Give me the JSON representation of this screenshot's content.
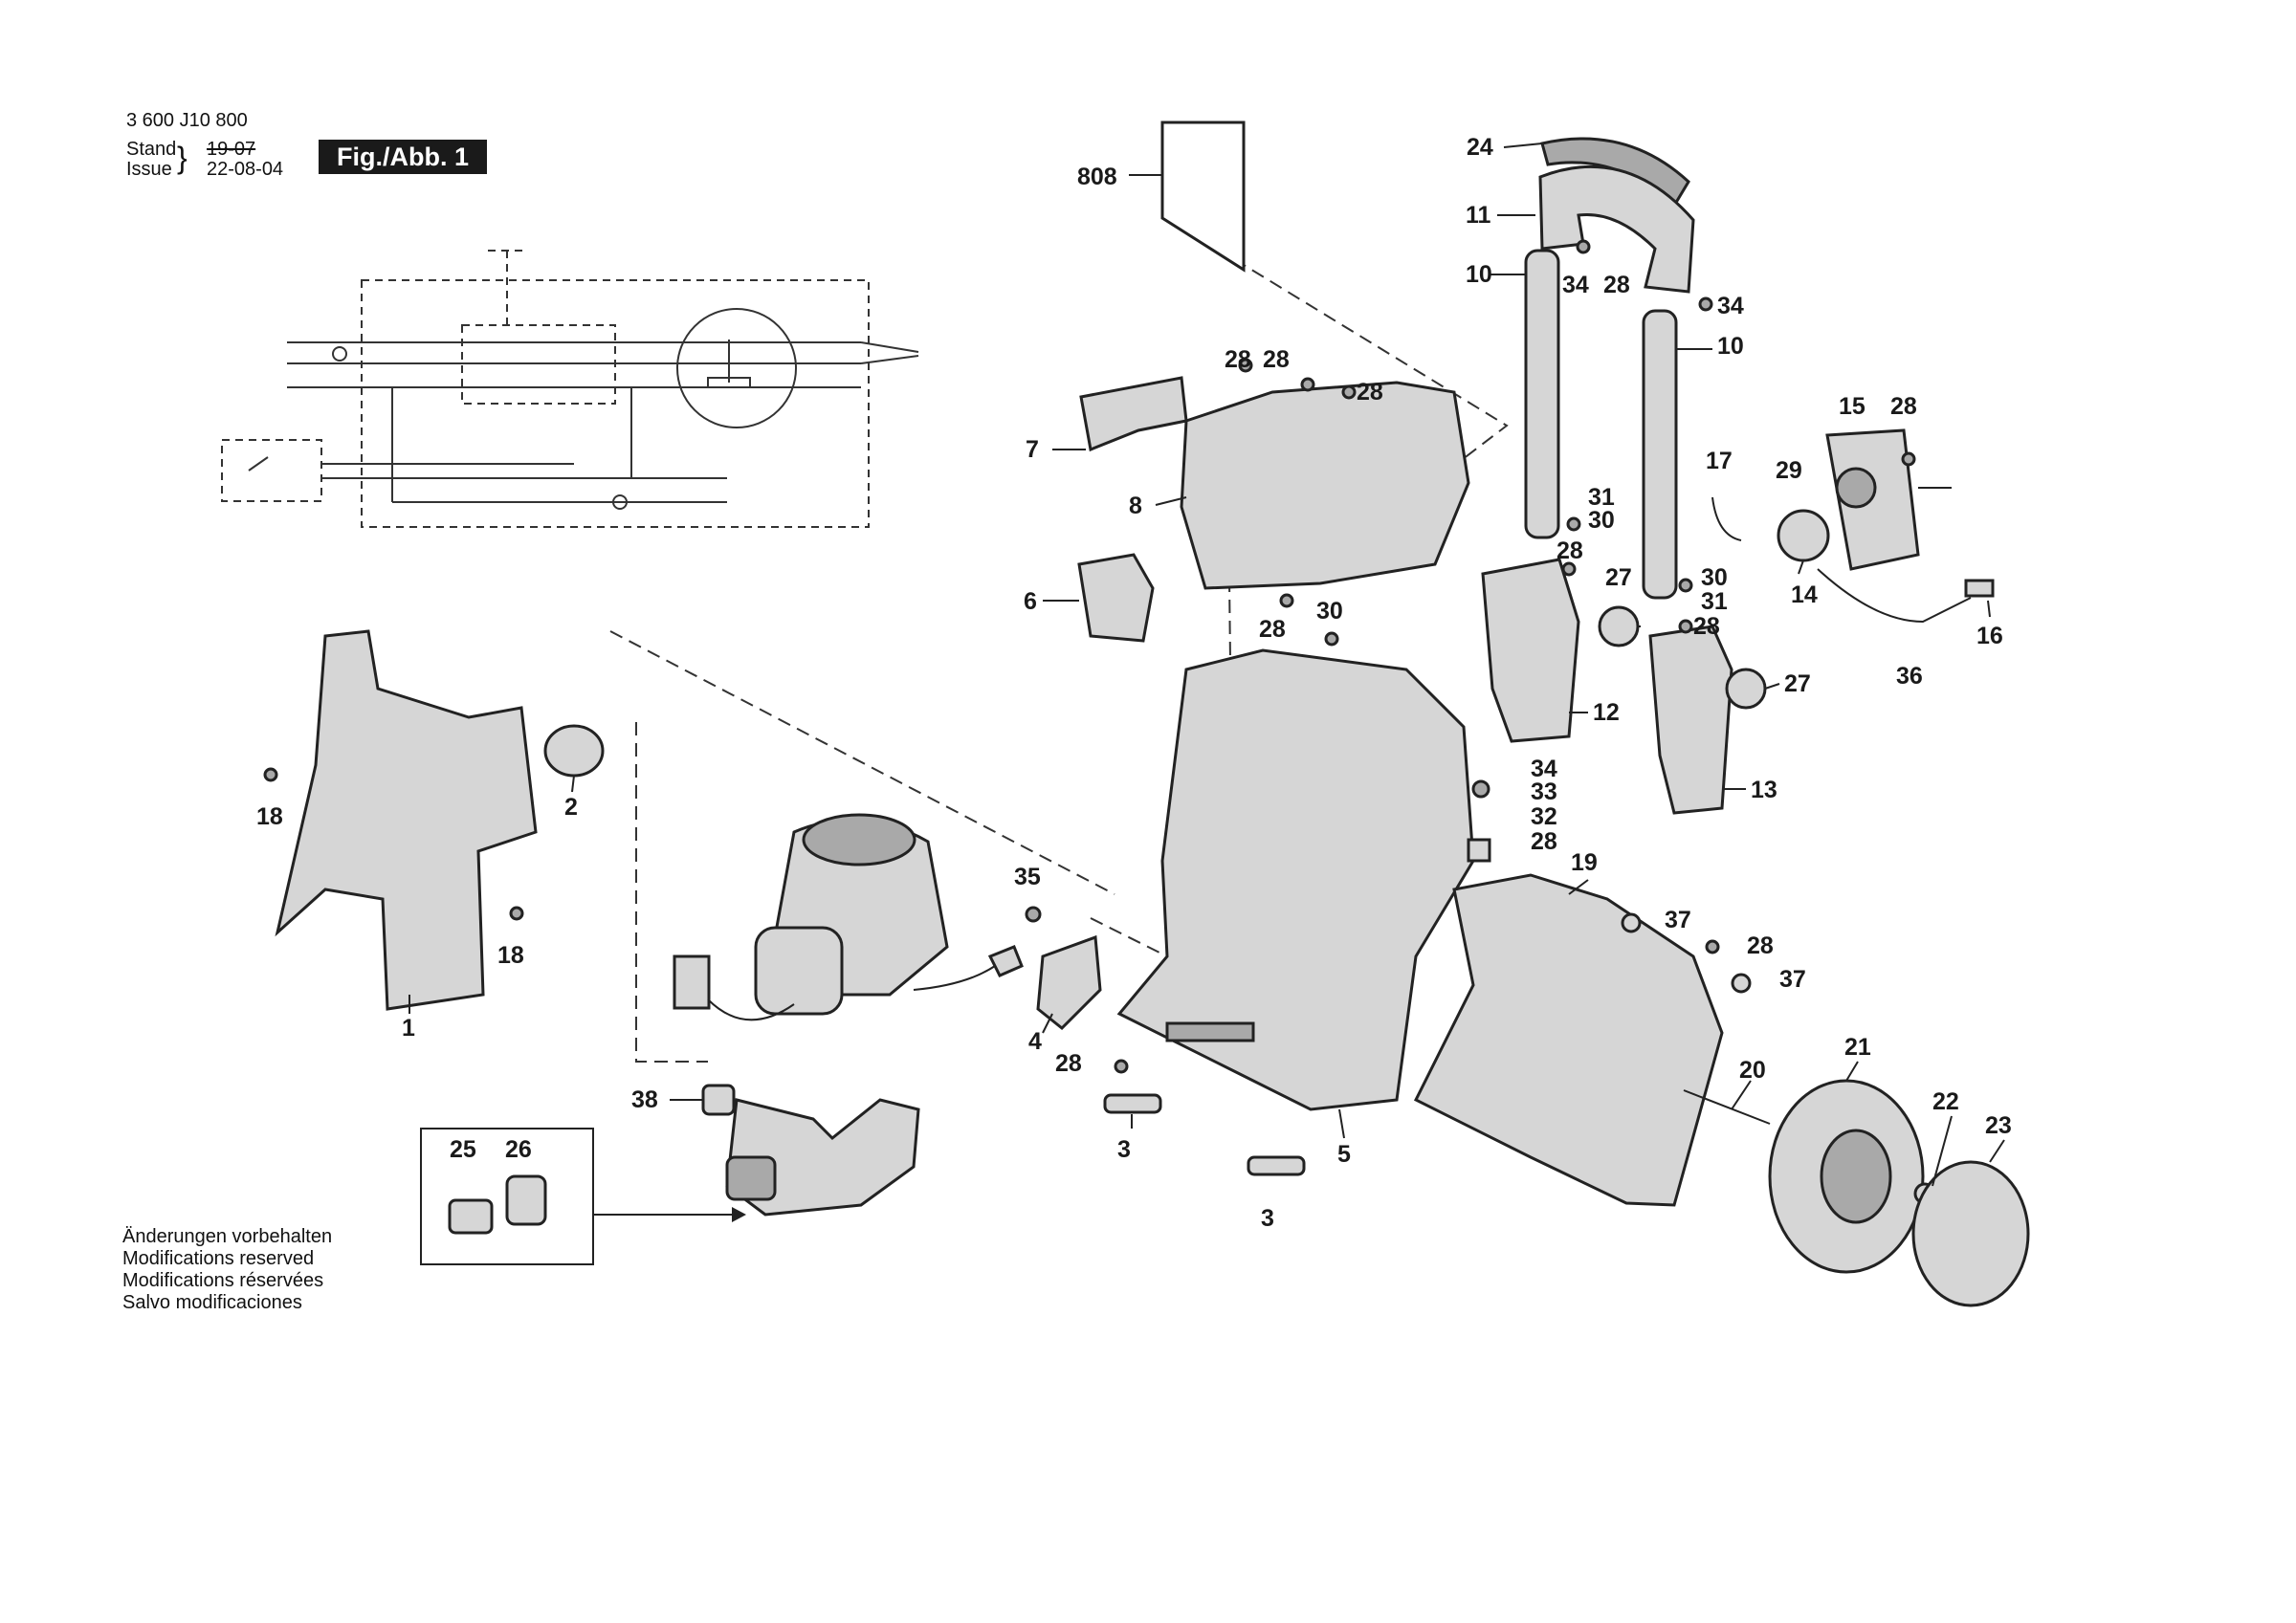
{
  "header": {
    "part_number": "3 600 J10 800",
    "stand_label": "Stand",
    "stand_date": "19-07",
    "issue_label": "Issue",
    "issue_date": "22-08-04",
    "figure": "Fig./Abb. 1"
  },
  "footer_notes": [
    "Änderungen vorbehalten",
    "Modifications reserved",
    "Modifications réservées",
    "Salvo modificaciones"
  ],
  "callouts": {
    "c808": "808",
    "c24": "24",
    "c11": "11",
    "c10a": "10",
    "c34a": "34",
    "c28a": "28",
    "c34b": "34",
    "c10b": "10",
    "c28b": "28",
    "c28c": "28",
    "c28d": "28",
    "c7": "7",
    "c8": "8",
    "c15": "15",
    "c28e": "28",
    "c17": "17",
    "c29": "29",
    "c31a": "31",
    "c30a": "30",
    "c28f": "28",
    "c27a": "27",
    "c30b": "30",
    "c31b": "31",
    "c14": "14",
    "c16": "16",
    "c6": "6",
    "c28g": "28",
    "c30c": "30",
    "c28h": "28",
    "c36": "36",
    "c27b": "27",
    "c12": "12",
    "c34c": "34",
    "c33": "33",
    "c13": "13",
    "c32": "32",
    "c28i": "28",
    "c18a": "18",
    "c2": "2",
    "c35": "35",
    "c19": "19",
    "c37a": "37",
    "c18b": "18",
    "c28j": "28",
    "c37b": "37",
    "c1": "1",
    "c4": "4",
    "c28k": "28",
    "c20": "20",
    "c21": "21",
    "c22": "22",
    "c23": "23",
    "c38": "38",
    "c25": "25",
    "c26": "26",
    "c3a": "3",
    "c5": "5",
    "c3b": "3"
  }
}
